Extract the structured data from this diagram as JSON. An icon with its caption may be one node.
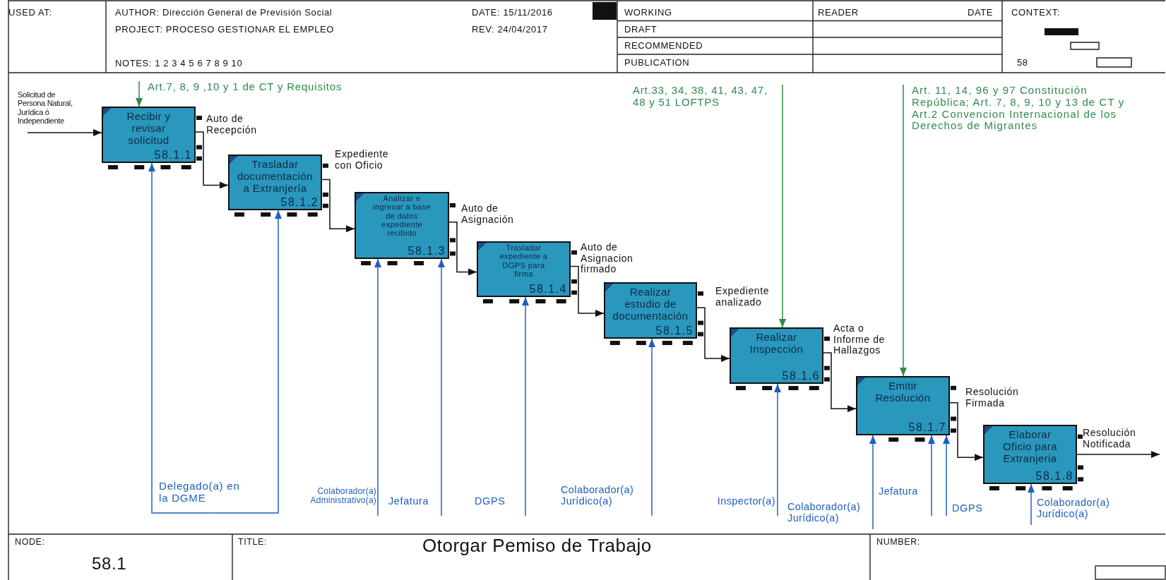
{
  "diagram": {
    "title": "Otorgar Pemiso de Trabajo",
    "nodes": [
      {
        "text": [
          "Solicitud de Persona Natural, Jurídica ó Independiente"
        ]
      },
      {
        "text": [
          "Art.7, 8, 9 ,10 y 1 de CT y Requisitos"
        ]
      },
      {
        "text": [
          "Art.33, 34, 38, 41, 43, 47, 48 y 51 LOFTPS"
        ]
      },
      {
        "text": [
          "Art. 11, 14, 96 y 97 Constitución República; Art. 7, 8, 9, 10 y 13 de CT y Art.2 Convencion Internacional de los Derechos de Migrantes"
        ]
      },
      {
        "text": [
          "Recibir y revisar solicitud",
          "58.1.1"
        ]
      },
      {
        "text": [
          "Trasladar documentación a Extranjería",
          "58.1.2"
        ]
      },
      {
        "text": [
          "Analizar e ingresar a base de datos expediente recibido",
          "58.1.3"
        ]
      },
      {
        "text": [
          "Trasladar expediente a DGPS para firma",
          "58.1.4"
        ]
      },
      {
        "text": [
          "Realizar estudio de documentación",
          "58.1.5"
        ]
      },
      {
        "text": [
          "Realizar Inspección",
          "58.1.6"
        ]
      },
      {
        "text": [
          "Emitir Resolución",
          "58.1.7"
        ]
      },
      {
        "text": [
          "Elaborar Oficio para Extranjeria",
          "58.1.8"
        ]
      },
      {
        "text": [
          "Delegado(a) en la DGME"
        ]
      },
      {
        "text": [
          "Colaborador(a) Administrativo(a)"
        ]
      },
      {
        "text": [
          "Jefatura"
        ]
      },
      {
        "text": [
          "DGPS"
        ]
      },
      {
        "text": [
          "Colaborador(a) Jurídico(a)"
        ]
      },
      {
        "text": [
          "Inspector(a)"
        ]
      },
      {
        "text": [
          "Colaborador(a) Jurídico(a)"
        ]
      },
      {
        "text": [
          "Jefatura"
        ]
      },
      {
        "text": [
          "DGPS"
        ]
      },
      {
        "text": [
          "Colaborador(a) Jurídico(a)"
        ]
      }
    ],
    "edges": [
      {
        "from": 0,
        "to": 4,
        "arrow": "to",
        "color": "#111111"
      },
      {
        "from": 4,
        "to": 5,
        "arrow": "to",
        "label": "Auto de Recepción",
        "color": "#111111"
      },
      {
        "from": 5,
        "to": 6,
        "arrow": "to",
        "label": "Expediente con Oficio",
        "color": "#111111"
      },
      {
        "from": 6,
        "to": 7,
        "arrow": "to",
        "label": "Auto de Asignación",
        "color": "#111111"
      },
      {
        "from": 7,
        "to": 8,
        "arrow": "to",
        "label": "Auto de Asignacion firmado",
        "color": "#111111"
      },
      {
        "from": 8,
        "to": 9,
        "arrow": "to",
        "label": "Expediente analizado",
        "color": "#111111"
      },
      {
        "from": 9,
        "to": 10,
        "arrow": "to",
        "label": "Acta o Informe de Hallazgos",
        "color": "#111111"
      },
      {
        "from": 10,
        "to": 11,
        "arrow": "to",
        "label": "Resolución Firmada",
        "color": "#111111"
      },
      {
        "from": 11,
        "to": null,
        "arrow": "to",
        "label": "Resolución Notificada",
        "color": "#111111"
      },
      {
        "from": 1,
        "to": 4,
        "arrow": "to",
        "color": "#2e8b4a"
      },
      {
        "from": 2,
        "to": 9,
        "arrow": "to",
        "color": "#2e8b4a"
      },
      {
        "from": 3,
        "to": 10,
        "arrow": "to",
        "color": "#2e8b4a"
      },
      {
        "from": 12,
        "to": 4,
        "arrow": "to"
      },
      {
        "from": 12,
        "to": 5,
        "arrow": "to"
      },
      {
        "from": 13,
        "to": 6,
        "arrow": "to"
      },
      {
        "from": 14,
        "to": 6,
        "arrow": "to"
      },
      {
        "from": 15,
        "to": 7,
        "arrow": "to"
      },
      {
        "from": 16,
        "to": 8,
        "arrow": "to"
      },
      {
        "from": 17,
        "to": 9,
        "arrow": "to"
      },
      {
        "from": 18,
        "to": 10,
        "arrow": "to"
      },
      {
        "from": 19,
        "to": 10,
        "arrow": "to"
      },
      {
        "from": 20,
        "to": 10,
        "arrow": "to"
      },
      {
        "from": 21,
        "to": 11,
        "arrow": "to"
      }
    ],
    "labels": [
      "USED AT:",
      "AUTHOR: Dirección General de Previsión Social",
      "DATE: 15/11/2016",
      "WORKING",
      "READER",
      "DATE",
      "CONTEXT:",
      "PROJECT: PROCESO GESTIONAR EL EMPLEO",
      "REV: 24/04/2017",
      "DRAFT",
      "RECOMMENDED",
      "NOTES: 1 2 3 4 5 6 7 8 9 10",
      "PUBLICATION",
      "58",
      "NODE:",
      "58.1",
      "TITLE:",
      "NUMBER:"
    ]
  }
}
